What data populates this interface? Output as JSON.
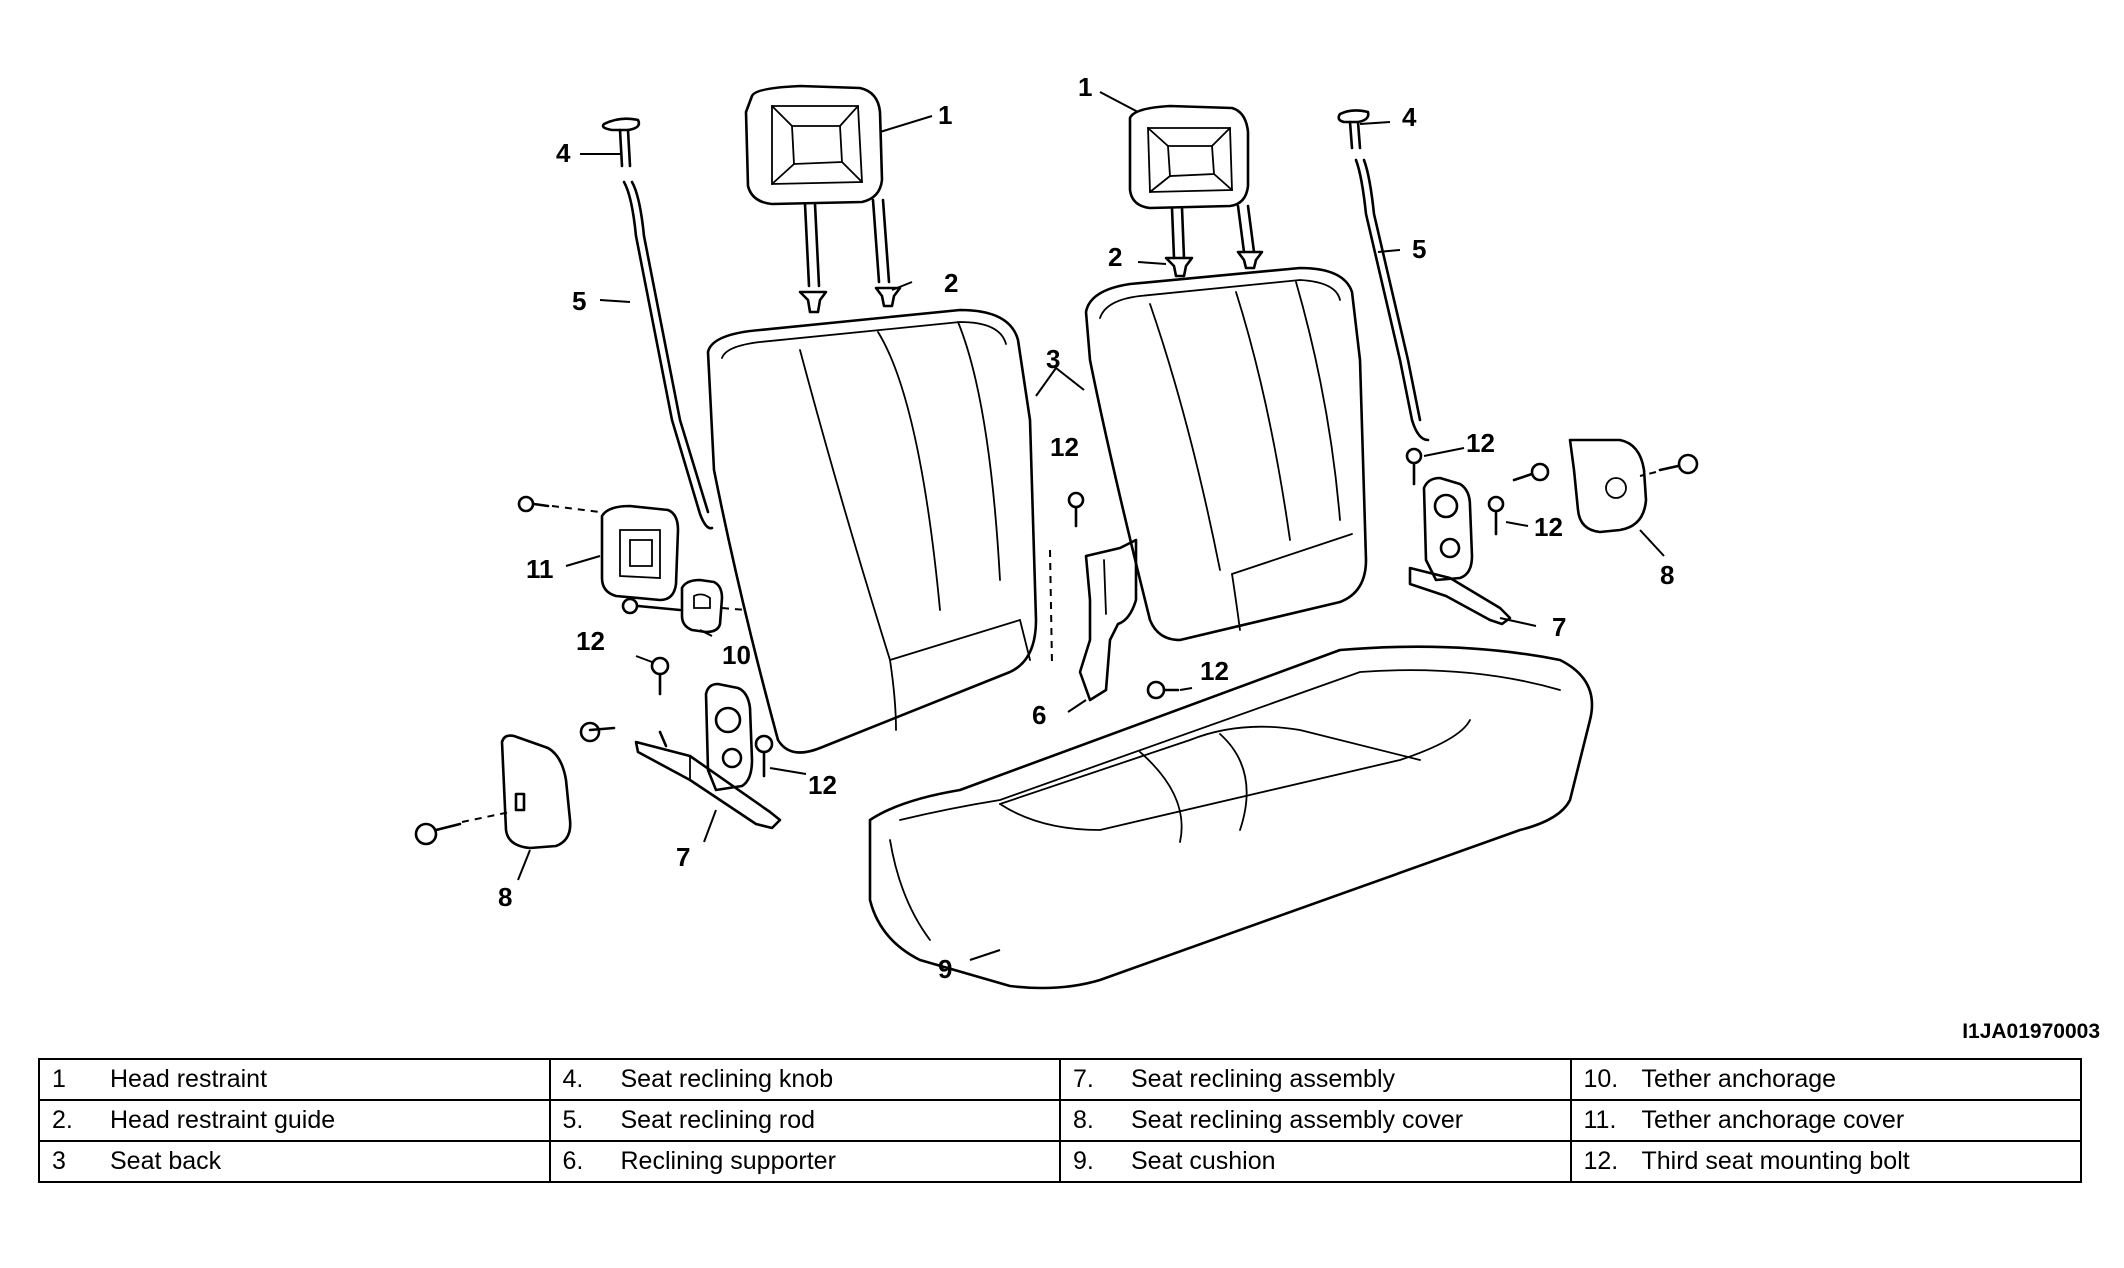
{
  "drawing_code": "I1JA01970003",
  "callout_labels": {
    "head_restraint_left": "1",
    "head_restraint_right": "1",
    "head_restraint_guide_left": "2",
    "head_restraint_guide_right": "2",
    "seat_back": "3",
    "seat_reclining_knob_left": "4",
    "seat_reclining_knob_right": "4",
    "seat_reclining_rod_left": "5",
    "seat_reclining_rod_right": "5",
    "reclining_supporter": "6",
    "seat_reclining_assembly_left": "7",
    "seat_reclining_assembly_right": "7",
    "seat_reclining_assembly_cover_left": "8",
    "seat_reclining_assembly_cover_right": "8",
    "seat_cushion": "9",
    "tether_anchorage": "10",
    "tether_anchorage_cover": "11",
    "mounting_bolt_center": "12",
    "mounting_bolt_center_lower": "12",
    "mounting_bolt_right_upper": "12",
    "mounting_bolt_right_lower": "12",
    "mounting_bolt_left_upper": "12",
    "mounting_bolt_left_lower": "12"
  },
  "legend": [
    [
      {
        "num": "1",
        "label": "Head restraint"
      },
      {
        "num": "4.",
        "label": "Seat reclining knob"
      },
      {
        "num": "7.",
        "label": "Seat reclining assembly"
      },
      {
        "num": "10.",
        "label": "Tether anchorage"
      }
    ],
    [
      {
        "num": "2.",
        "label": "Head restraint guide"
      },
      {
        "num": "5.",
        "label": "Seat reclining rod"
      },
      {
        "num": "8.",
        "label": "Seat reclining assembly cover"
      },
      {
        "num": "11.",
        "label": "Tether anchorage cover"
      }
    ],
    [
      {
        "num": "3",
        "label": "Seat back"
      },
      {
        "num": "6.",
        "label": "Reclining supporter"
      },
      {
        "num": "9.",
        "label": "Seat cushion"
      },
      {
        "num": "12.",
        "label": "Third seat mounting bolt"
      }
    ]
  ]
}
